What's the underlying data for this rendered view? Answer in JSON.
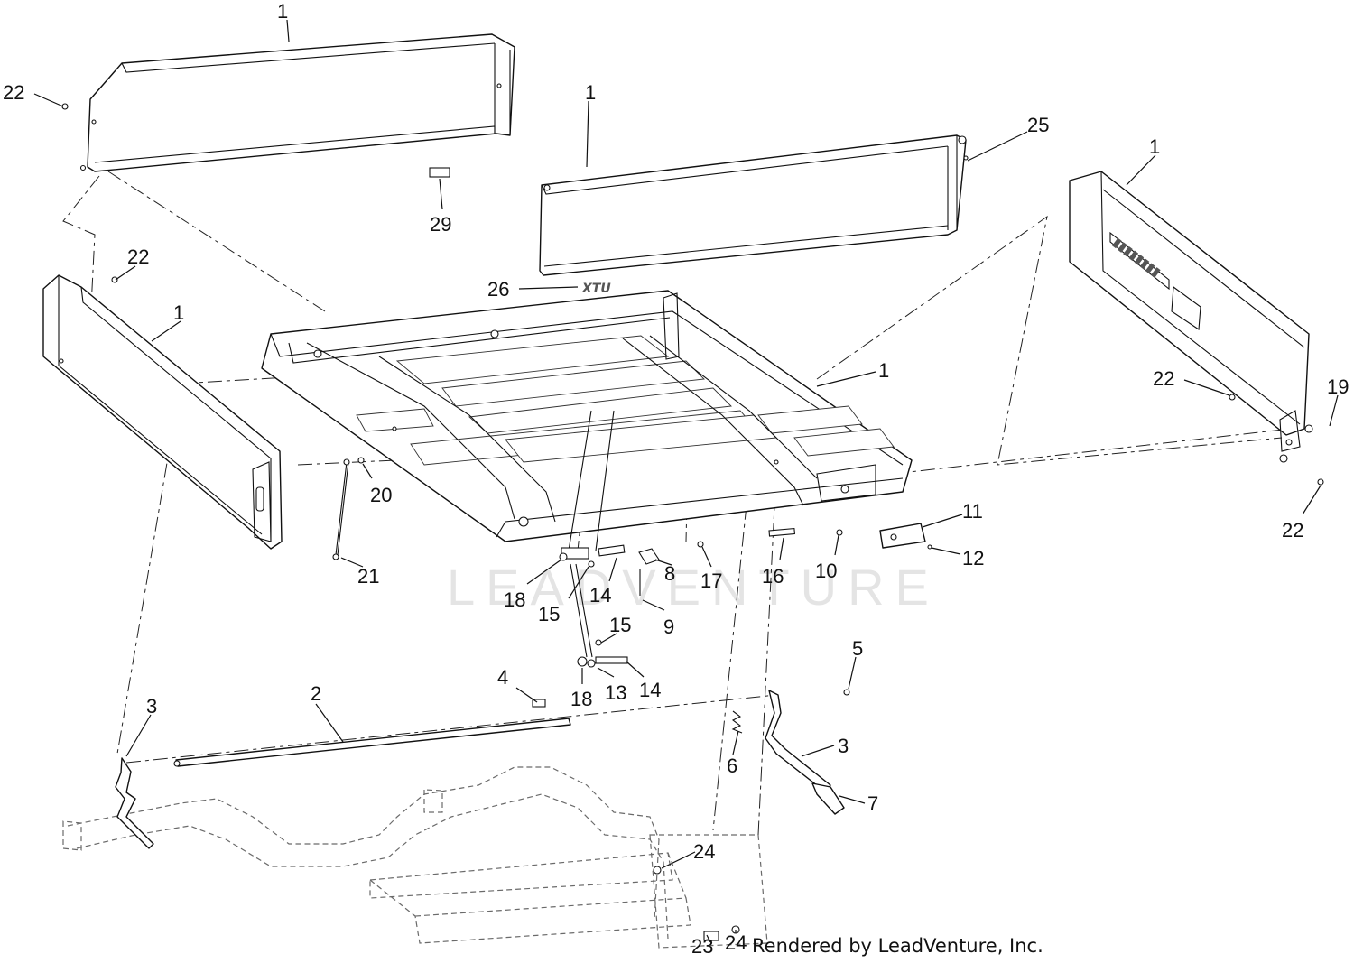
{
  "diagram": {
    "watermark": "LEADVENTURE",
    "credit": "Rendered by LeadVenture, Inc.",
    "decal": "XTU",
    "callouts": [
      {
        "id": "c1a",
        "label": "1"
      },
      {
        "id": "c22a",
        "label": "22"
      },
      {
        "id": "c29",
        "label": "29"
      },
      {
        "id": "c1b",
        "label": "1"
      },
      {
        "id": "c25",
        "label": "25"
      },
      {
        "id": "c1c",
        "label": "1"
      },
      {
        "id": "c22b",
        "label": "22"
      },
      {
        "id": "c26",
        "label": "26"
      },
      {
        "id": "c1d",
        "label": "1"
      },
      {
        "id": "c1e",
        "label": "1"
      },
      {
        "id": "c22c",
        "label": "22"
      },
      {
        "id": "c19",
        "label": "19"
      },
      {
        "id": "c22d",
        "label": "22"
      },
      {
        "id": "c20",
        "label": "20"
      },
      {
        "id": "c21",
        "label": "21"
      },
      {
        "id": "c11",
        "label": "11"
      },
      {
        "id": "c12",
        "label": "12"
      },
      {
        "id": "c10",
        "label": "10"
      },
      {
        "id": "c16",
        "label": "16"
      },
      {
        "id": "c17",
        "label": "17"
      },
      {
        "id": "c8",
        "label": "8"
      },
      {
        "id": "c14a",
        "label": "14"
      },
      {
        "id": "c18a",
        "label": "18"
      },
      {
        "id": "c15a",
        "label": "15"
      },
      {
        "id": "c9",
        "label": "9"
      },
      {
        "id": "c15b",
        "label": "15"
      },
      {
        "id": "c18b",
        "label": "18"
      },
      {
        "id": "c13",
        "label": "13"
      },
      {
        "id": "c14b",
        "label": "14"
      },
      {
        "id": "c5",
        "label": "5"
      },
      {
        "id": "c4",
        "label": "4"
      },
      {
        "id": "c2",
        "label": "2"
      },
      {
        "id": "c3a",
        "label": "3"
      },
      {
        "id": "c3b",
        "label": "3"
      },
      {
        "id": "c6",
        "label": "6"
      },
      {
        "id": "c7",
        "label": "7"
      },
      {
        "id": "c24a",
        "label": "24"
      },
      {
        "id": "c23",
        "label": "23"
      },
      {
        "id": "c24b",
        "label": "24"
      }
    ]
  }
}
